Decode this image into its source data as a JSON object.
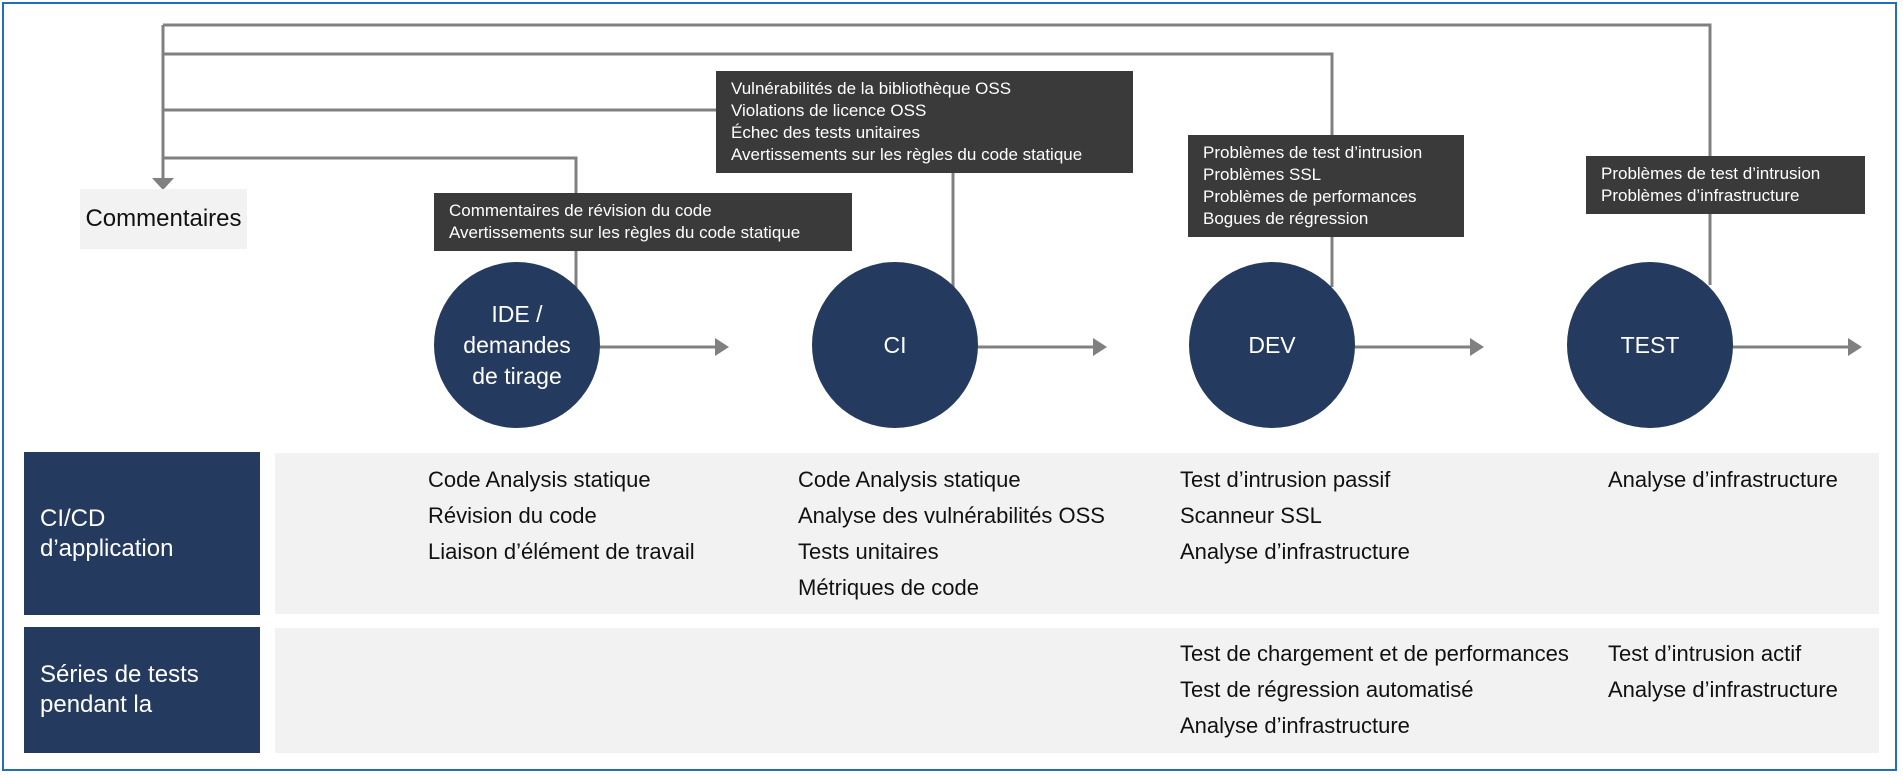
{
  "colors": {
    "stage_fill": "#243a5e",
    "callout_fill": "#3a3a3a",
    "connector": "#808080",
    "band": "#f2f2f2",
    "frame": "#1f6fba"
  },
  "feedback_label": "Commentaires",
  "stages": [
    {
      "id": "ide",
      "lines": [
        "IDE /",
        "demandes",
        "de tirage"
      ]
    },
    {
      "id": "ci",
      "lines": [
        "CI"
      ]
    },
    {
      "id": "dev",
      "lines": [
        "DEV"
      ]
    },
    {
      "id": "test",
      "lines": [
        "TEST"
      ]
    }
  ],
  "callouts": {
    "ide": [
      "Commentaires de révision du code",
      "Avertissements sur les règles du code statique"
    ],
    "ci": [
      "Vulnérabilités de la bibliothèque OSS",
      "Violations de licence OSS",
      "Échec des tests unitaires",
      "Avertissements sur les règles du code statique"
    ],
    "dev": [
      "Problèmes de test d’intrusion",
      "Problèmes SSL",
      "Problèmes de performances",
      "Bogues de régression"
    ],
    "test": [
      "Problèmes de test d’intrusion",
      "Problèmes d’infrastructure"
    ]
  },
  "rows": [
    {
      "label": [
        "CI/CD",
        "d’application"
      ],
      "cells": [
        [
          "Code Analysis statique",
          "Révision du code",
          "Liaison d’élément de travail"
        ],
        [
          "Code Analysis statique",
          "Analyse des vulnérabilités OSS",
          "Tests unitaires",
          "Métriques de code"
        ],
        [
          "Test d’intrusion passif",
          "Scanneur SSL",
          "Analyse d’infrastructure"
        ],
        [
          "Analyse d’infrastructure"
        ]
      ]
    },
    {
      "label": [
        "Séries de tests",
        "pendant la"
      ],
      "cells": [
        [],
        [],
        [
          "Test de chargement et de performances",
          "Test de régression automatisé",
          "Analyse d’infrastructure"
        ],
        [
          "Test d’intrusion actif",
          "Analyse d’infrastructure"
        ]
      ]
    }
  ]
}
